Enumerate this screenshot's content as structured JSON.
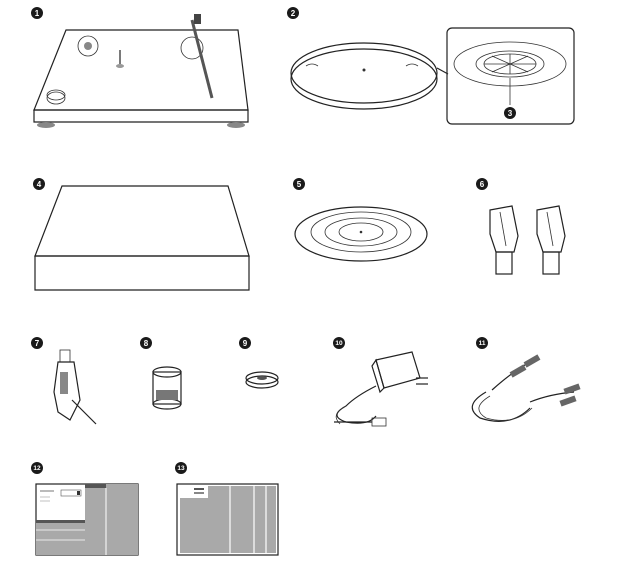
{
  "items": [
    {
      "number": "1"
    },
    {
      "number": "2"
    },
    {
      "number": "3"
    },
    {
      "number": "4"
    },
    {
      "number": "5"
    },
    {
      "number": "6"
    },
    {
      "number": "7"
    },
    {
      "number": "8"
    },
    {
      "number": "9"
    },
    {
      "number": "10"
    },
    {
      "number": "11"
    },
    {
      "number": "12"
    },
    {
      "number": "13"
    }
  ],
  "colors": {
    "badge": "#1a1a1a",
    "line": "#222222",
    "panel": "#a9a9a9",
    "dark_panel": "#555555"
  }
}
